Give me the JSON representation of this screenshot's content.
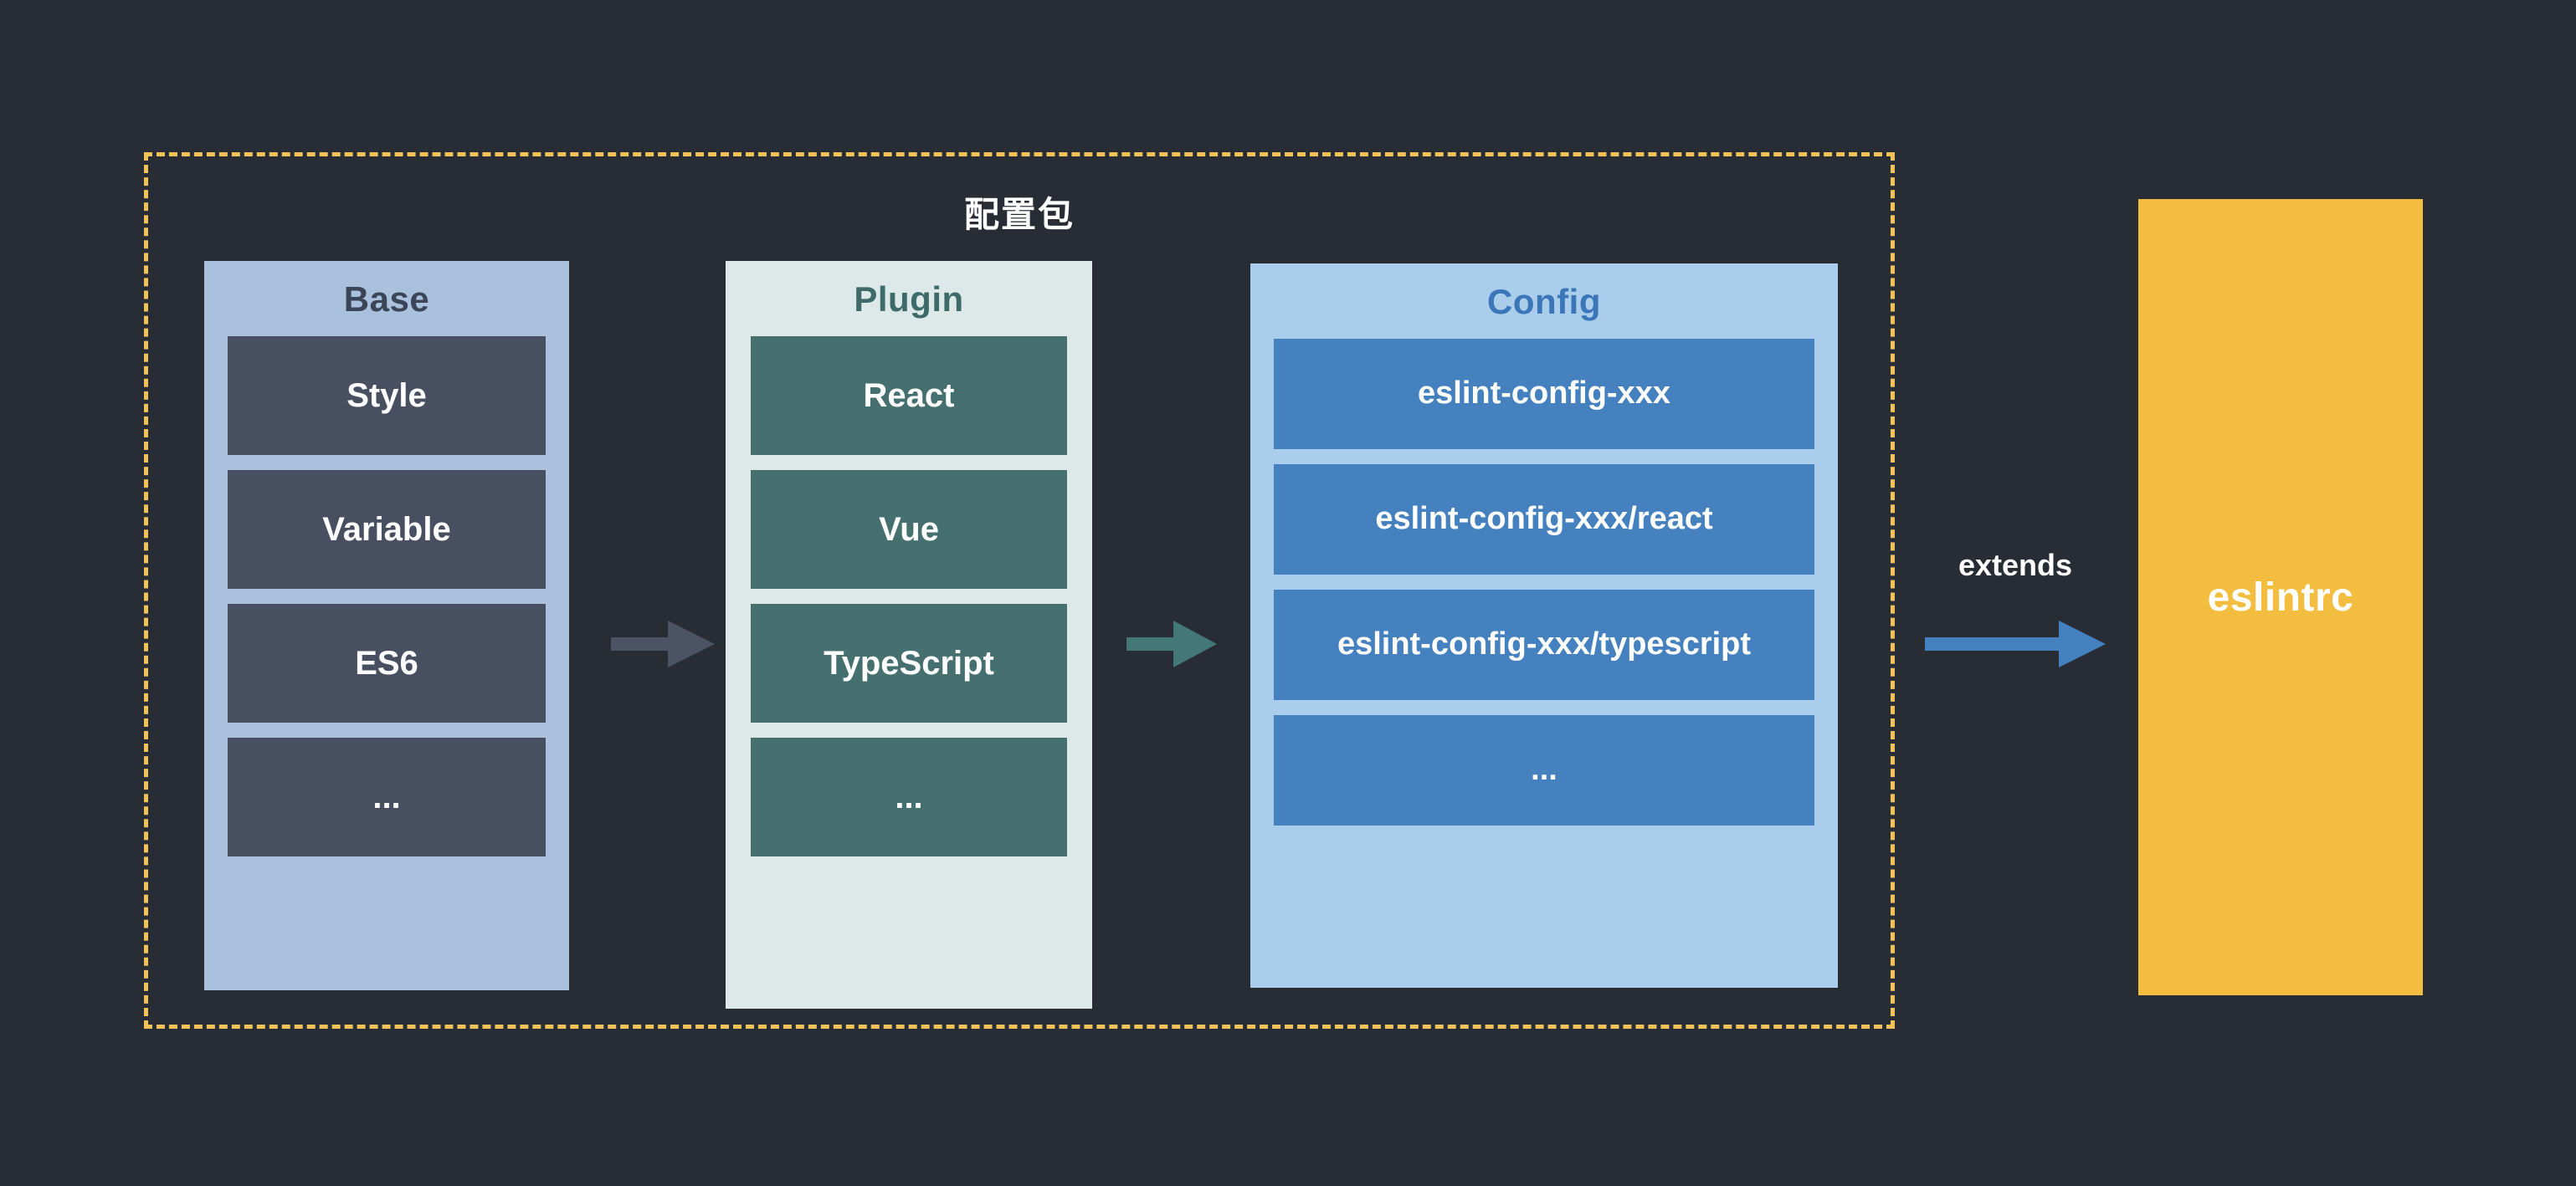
{
  "background_color": "#282c35",
  "group": {
    "title": "配置包",
    "border_color": "#f0c257",
    "border_style": "dashed"
  },
  "columns": [
    {
      "key": "base",
      "title": "Base",
      "panel_color": "#aac1dd",
      "title_color": "#3c4457",
      "item_color": "#474f61",
      "items": [
        {
          "label": "Style"
        },
        {
          "label": "Variable"
        },
        {
          "label": "ES6"
        },
        {
          "label": "..."
        }
      ]
    },
    {
      "key": "plugin",
      "title": "Plugin",
      "panel_color": "#dde9e8",
      "title_color": "#3e6b6a",
      "item_color": "#46706f",
      "items": [
        {
          "label": "React"
        },
        {
          "label": "Vue"
        },
        {
          "label": "TypeScript"
        },
        {
          "label": "..."
        }
      ]
    },
    {
      "key": "config",
      "title": "Config",
      "panel_color": "#aacdeb",
      "title_color": "#3a76b8",
      "item_color": "#4580bf",
      "items": [
        {
          "label": "eslint-config-xxx"
        },
        {
          "label": "eslint-config-xxx/react"
        },
        {
          "label": "eslint-config-xxx/typescript"
        },
        {
          "label": "..."
        }
      ]
    }
  ],
  "arrows": {
    "base_to_plugin": {
      "color": "#4b5365",
      "direction": "right"
    },
    "plugin_to_config": {
      "color": "#447878",
      "direction": "right"
    },
    "config_to_eslintrc": {
      "color": "#4580bf",
      "direction": "right",
      "label": "extends"
    }
  },
  "output": {
    "label": "eslintrc",
    "box_color": "#f3be3f",
    "text_color": "#ffffff"
  }
}
